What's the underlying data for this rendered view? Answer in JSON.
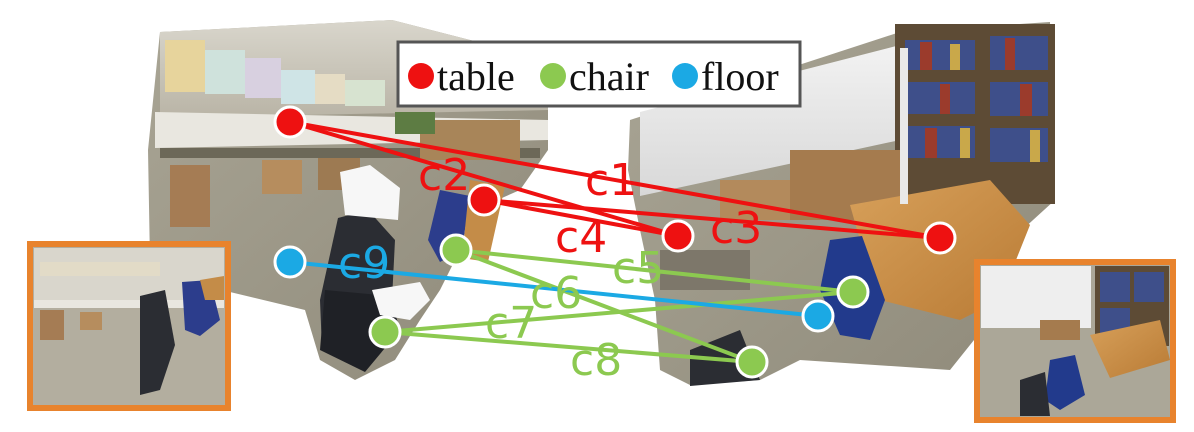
{
  "legend": {
    "items": [
      {
        "label": "table",
        "color": "#ee1111"
      },
      {
        "label": "chair",
        "color": "#8cc950"
      },
      {
        "label": "floor",
        "color": "#1ba9e4"
      }
    ]
  },
  "colors": {
    "table": "#ee1111",
    "chair": "#8cc950",
    "floor": "#1ba9e4",
    "thumbnail_frame": "#e8832d"
  },
  "keypoints": {
    "table": [
      {
        "id": "t1"
      },
      {
        "id": "t2"
      },
      {
        "id": "t3"
      },
      {
        "id": "t4"
      }
    ],
    "chair": [
      {
        "id": "ch1"
      },
      {
        "id": "ch2"
      },
      {
        "id": "ch3"
      },
      {
        "id": "ch4"
      }
    ],
    "floor": [
      {
        "id": "f1"
      },
      {
        "id": "f2"
      }
    ]
  },
  "correspondences": [
    {
      "label": "c1",
      "class": "table",
      "from": "t1",
      "to": "t4"
    },
    {
      "label": "c2",
      "class": "table",
      "from": "t1",
      "to": "t3"
    },
    {
      "label": "c3",
      "class": "table",
      "from": "t2",
      "to": "t4"
    },
    {
      "label": "c4",
      "class": "table",
      "from": "t2",
      "to": "t3"
    },
    {
      "label": "c5",
      "class": "chair",
      "from": "ch1",
      "to": "ch3"
    },
    {
      "label": "c6",
      "class": "chair",
      "from": "ch1",
      "to": "ch4"
    },
    {
      "label": "c7",
      "class": "chair",
      "from": "ch2",
      "to": "ch3"
    },
    {
      "label": "c8",
      "class": "chair",
      "from": "ch2",
      "to": "ch4"
    },
    {
      "label": "c9",
      "class": "floor",
      "from": "f1",
      "to": "f2"
    }
  ],
  "thumbnails": [
    {
      "name": "left-view"
    },
    {
      "name": "right-view"
    }
  ]
}
